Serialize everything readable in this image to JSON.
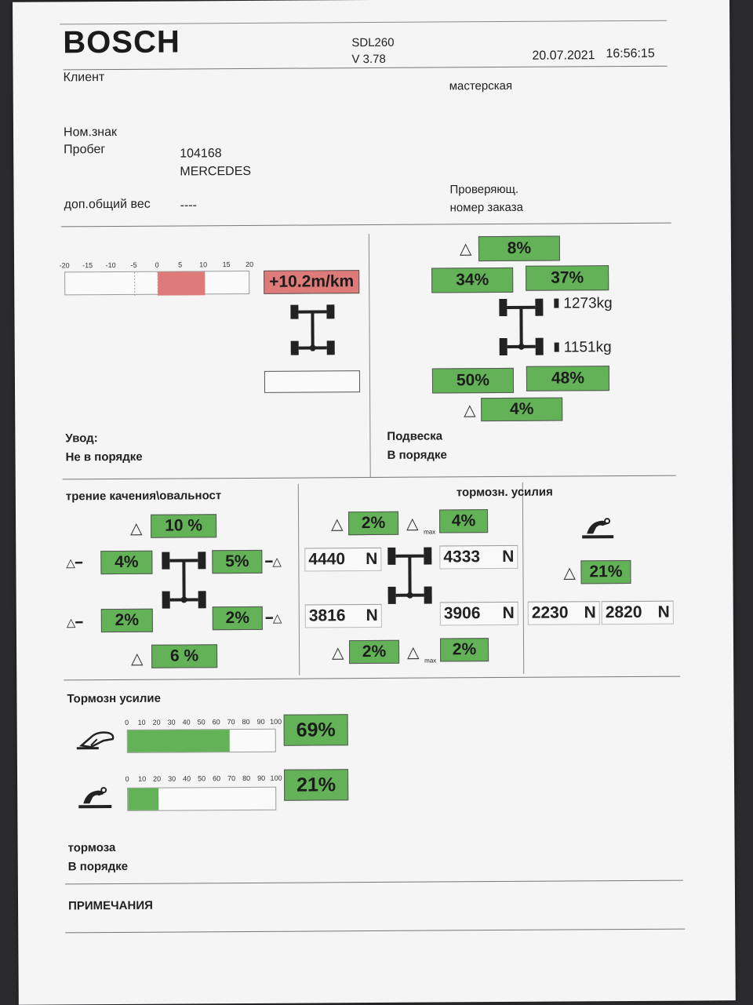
{
  "header": {
    "brand": "BOSCH",
    "model": "SDL260",
    "version": "V 3.78",
    "date": "20.07.2021",
    "time": "16:56:15",
    "client_label": "Клиент",
    "workshop_label": "мастерская",
    "plate_label": "Ном.знак",
    "mileage_label": "Пробег",
    "mileage_value": "104168",
    "make_value": "MERCEDES",
    "gross_weight_label": "доп.общий вес",
    "gross_weight_value": "----",
    "inspector_label": "Проверяющ.",
    "order_label": "номер заказа"
  },
  "toe": {
    "scale_ticks": [
      "-20",
      "-15",
      "-10",
      "-5",
      "0",
      "5",
      "10",
      "15",
      "20"
    ],
    "value_text": "+10.2m/km",
    "value": 10.2,
    "range": [
      -20,
      20
    ],
    "label": "Увод:",
    "status": "Не в порядке",
    "status_color": "#de7a77"
  },
  "suspension": {
    "front_diff": "8%",
    "front_left": "34%",
    "front_right": "37%",
    "front_weight": "1273kg",
    "rear_weight": "1151kg",
    "rear_left": "50%",
    "rear_right": "48%",
    "rear_diff": "4%",
    "label": "Подвеска",
    "status": "В порядке"
  },
  "rolling": {
    "title": "трение качения\\овальност",
    "front_diff": "10  %",
    "front_left": "4%",
    "front_right": "5%",
    "rear_left": "2%",
    "rear_right": "2%",
    "rear_diff": "6  %"
  },
  "brake_forces": {
    "title": "тормозн. усилия",
    "front_diff": "2%",
    "front_max": "4%",
    "max_sub": "max",
    "front_left": "4440",
    "front_right": "4333",
    "rear_left": "3816",
    "rear_right": "3906",
    "rear_diff": "2%",
    "rear_max": "2%",
    "unit": "N",
    "park_diff": "21%",
    "park_left": "2230",
    "park_right": "2820"
  },
  "brake_effort": {
    "title": "Тормозн усилие",
    "scale_ticks": [
      "0",
      "10",
      "20",
      "30",
      "40",
      "50",
      "60",
      "70",
      "80",
      "90",
      "100"
    ],
    "service_text": "69%",
    "service_value": 69,
    "park_text": "21%",
    "park_value": 21,
    "label": "тормоза",
    "status": "В порядке"
  },
  "notes": {
    "title": "ПРИМЕЧАНИЯ"
  },
  "colors": {
    "ok_green": "#63b257",
    "fail_red": "#de7a77"
  },
  "icons": {
    "axle": "axle-diagram-icon",
    "weight": "weight-icon",
    "triangle": "delta-triangle-icon",
    "wheel": "wheel-icon",
    "foot_pedal": "foot-pedal-icon",
    "hand_brake": "hand-brake-icon"
  }
}
